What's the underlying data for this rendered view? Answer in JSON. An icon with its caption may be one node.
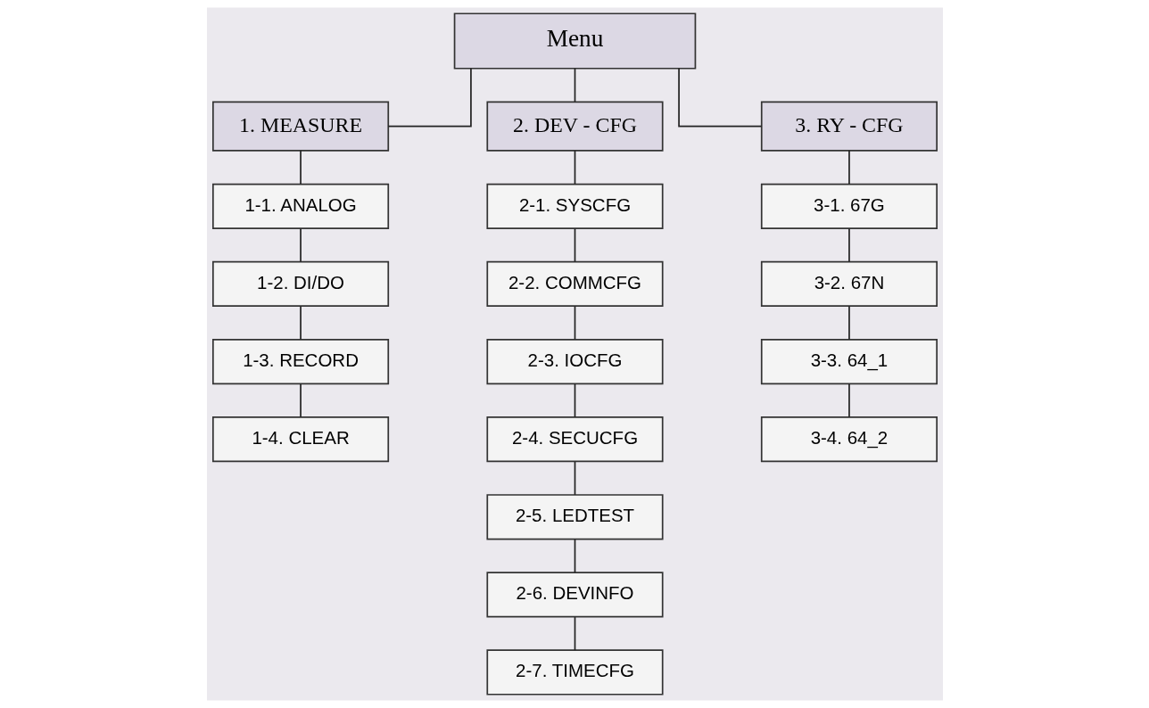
{
  "diagram": {
    "nodes": [
      {
        "text": [
          "Menu"
        ]
      },
      {
        "text": [
          "1. MEASURE"
        ]
      },
      {
        "text": [
          "2. DEV - CFG"
        ]
      },
      {
        "text": [
          "3. RY - CFG"
        ]
      },
      {
        "text": [
          "1-1. ANALOG"
        ]
      },
      {
        "text": [
          "1-2. DI/DO"
        ]
      },
      {
        "text": [
          "1-3. RECORD"
        ]
      },
      {
        "text": [
          "1-4. CLEAR"
        ]
      },
      {
        "text": [
          "2-1. SYSCFG"
        ]
      },
      {
        "text": [
          "2-2. COMMCFG"
        ]
      },
      {
        "text": [
          "2-3. IOCFG"
        ]
      },
      {
        "text": [
          "2-4. SECUCFG"
        ]
      },
      {
        "text": [
          "2-5. LEDTEST"
        ]
      },
      {
        "text": [
          "2-6. DEVINFO"
        ]
      },
      {
        "text": [
          "2-7. TIMECFG"
        ]
      },
      {
        "text": [
          "3-1. 67G"
        ]
      },
      {
        "text": [
          "3-2. 67N"
        ]
      },
      {
        "text": [
          "3-3. 64_1"
        ]
      },
      {
        "text": [
          "3-4. 64_2"
        ]
      }
    ],
    "edges": [
      {
        "from": 0,
        "to": 1,
        "arrow": "none"
      },
      {
        "from": 0,
        "to": 2,
        "arrow": "none"
      },
      {
        "from": 0,
        "to": 3,
        "arrow": "none"
      },
      {
        "from": 1,
        "to": 4,
        "arrow": "none"
      },
      {
        "from": 4,
        "to": 5,
        "arrow": "none"
      },
      {
        "from": 5,
        "to": 6,
        "arrow": "none"
      },
      {
        "from": 6,
        "to": 7,
        "arrow": "none"
      },
      {
        "from": 2,
        "to": 8,
        "arrow": "none"
      },
      {
        "from": 8,
        "to": 9,
        "arrow": "none"
      },
      {
        "from": 9,
        "to": 10,
        "arrow": "none"
      },
      {
        "from": 10,
        "to": 11,
        "arrow": "none"
      },
      {
        "from": 11,
        "to": 12,
        "arrow": "none"
      },
      {
        "from": 12,
        "to": 13,
        "arrow": "none"
      },
      {
        "from": 13,
        "to": 14,
        "arrow": "none"
      },
      {
        "from": 3,
        "to": 15,
        "arrow": "none"
      },
      {
        "from": 15,
        "to": 16,
        "arrow": "none"
      },
      {
        "from": 16,
        "to": 17,
        "arrow": "none"
      },
      {
        "from": 17,
        "to": 18,
        "arrow": "none"
      }
    ]
  }
}
